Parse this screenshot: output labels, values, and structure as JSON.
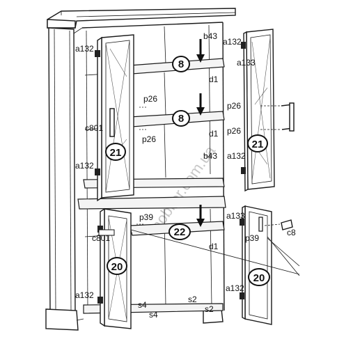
{
  "watermark": "mobiler.com.ua",
  "labels": {
    "b43_top": "b43",
    "b43_mid": "b43",
    "a132_tl": "a132",
    "a132_tr": "a132",
    "a132_ml": "a132",
    "a132_mr": "a132",
    "a132_bl": "a132",
    "a132_br": "a132",
    "a133_top": "a133",
    "a133_low": "a133",
    "p26_a": "p26",
    "p26_b": "p26",
    "p26_c": "p26",
    "p26_d": "p26",
    "c801_top": "c801",
    "c801_low": "c801",
    "c8_right": "c8",
    "d1_a": "d1",
    "d1_b": "d1",
    "d1_c": "d1",
    "p39_a": "p39",
    "p39_b": "p39",
    "s4_a": "s4",
    "s4_b": "s4",
    "s2_a": "s2",
    "s2_b": "s2"
  },
  "badges": {
    "shelf_top": "8",
    "shelf_mid": "8",
    "shelf_low": "22",
    "door_left_top": "21",
    "door_right_top": "21",
    "door_left_bot": "20",
    "door_right_bot": "20"
  }
}
